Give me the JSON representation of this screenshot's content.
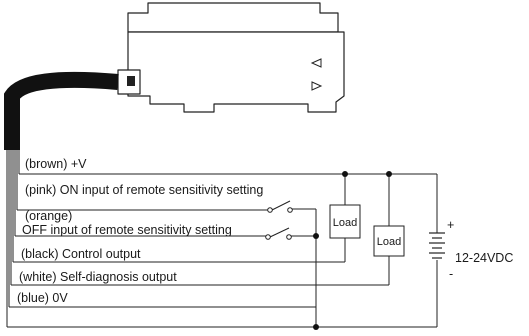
{
  "wires": [
    {
      "id": "brown",
      "label": "(brown) +V"
    },
    {
      "id": "pink",
      "label": "(pink) ON input of remote sensitivity setting"
    },
    {
      "id": "orange",
      "label": "(orange)"
    },
    {
      "id": "orange2",
      "label": "OFF input of remote sensitivity setting"
    },
    {
      "id": "black",
      "label": "(black) Control output"
    },
    {
      "id": "white",
      "label": "(white) Self-diagnosis output"
    },
    {
      "id": "blue",
      "label": "(blue) 0V"
    }
  ],
  "loads": {
    "load1": "Load",
    "load2": "Load"
  },
  "supply": {
    "voltage": "12-24VDC",
    "plus": "+",
    "minus": "-"
  }
}
